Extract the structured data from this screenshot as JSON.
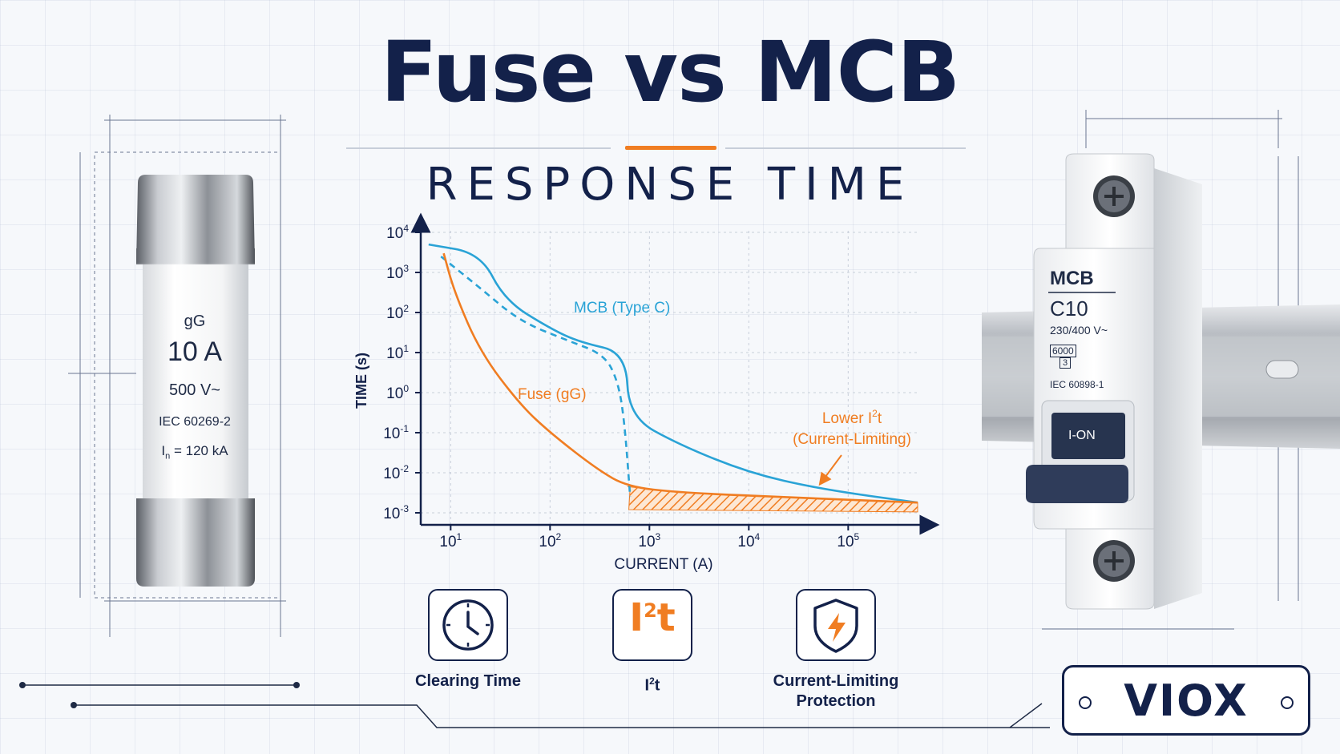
{
  "title": "Fuse vs MCB",
  "subtitle": "RESPONSE TIME",
  "fuse": {
    "type": "gG",
    "rating": "10 A",
    "voltage": "500 V~",
    "standard": "IEC 60269-2",
    "breaking_prefix": "I",
    "breaking_sub": "n",
    "breaking_value": " = 120 kA"
  },
  "mcb": {
    "title": "MCB",
    "rating": "C10",
    "voltage": "230/400 V~",
    "breaking": "6000",
    "class": "3",
    "standard": "IEC 60898-1",
    "switch": "I-ON"
  },
  "chart_data": {
    "type": "line",
    "xlabel": "CURRENT (A)",
    "ylabel": "TIME (s)",
    "x_scale": "log",
    "y_scale": "log",
    "xlim": [
      5,
      500000
    ],
    "ylim": [
      0.001,
      10000
    ],
    "x_ticks": [
      {
        "value": 10,
        "base": "10",
        "exp": "1"
      },
      {
        "value": 100,
        "base": "10",
        "exp": "2"
      },
      {
        "value": 1000,
        "base": "10",
        "exp": "3"
      },
      {
        "value": 10000,
        "base": "10",
        "exp": "4"
      },
      {
        "value": 100000,
        "base": "10",
        "exp": "5"
      }
    ],
    "y_ticks": [
      {
        "value": 10000,
        "base": "10",
        "exp": "4"
      },
      {
        "value": 1000,
        "base": "10",
        "exp": "3"
      },
      {
        "value": 100,
        "base": "10",
        "exp": "2"
      },
      {
        "value": 10,
        "base": "10",
        "exp": "1"
      },
      {
        "value": 1,
        "base": "10",
        "exp": "0"
      },
      {
        "value": 0.1,
        "base": "10",
        "exp": "-1"
      },
      {
        "value": 0.01,
        "base": "10",
        "exp": "-2"
      },
      {
        "value": 0.001,
        "base": "10",
        "exp": "-3"
      }
    ],
    "grid": true,
    "series": [
      {
        "name": "MCB (Type C)",
        "color": "#2aa3d6",
        "points": [
          [
            6,
            5000
          ],
          [
            20,
            3000
          ],
          [
            35,
            200
          ],
          [
            100,
            40
          ],
          [
            200,
            18
          ],
          [
            580,
            10
          ],
          [
            620,
            0.25
          ],
          [
            2000,
            0.05
          ],
          [
            10000,
            0.01
          ],
          [
            50000,
            0.004
          ],
          [
            500000,
            0.0018
          ]
        ]
      },
      {
        "name": "MCB (Type C) dashed",
        "color": "#2aa3d6",
        "dashed": true,
        "points": [
          [
            8,
            2500
          ],
          [
            20,
            400
          ],
          [
            50,
            60
          ],
          [
            150,
            20
          ],
          [
            350,
            9
          ],
          [
            480,
            2
          ],
          [
            560,
            0.2
          ],
          [
            640,
            0.0025
          ]
        ]
      },
      {
        "name": "Fuse (gG)",
        "color": "#f07d22",
        "points": [
          [
            8.5,
            3000
          ],
          [
            11,
            300
          ],
          [
            20,
            10
          ],
          [
            50,
            0.5
          ],
          [
            100,
            0.1
          ],
          [
            300,
            0.012
          ],
          [
            600,
            0.0045
          ],
          [
            2000,
            0.0032
          ],
          [
            20000,
            0.0025
          ],
          [
            500000,
            0.0018
          ]
        ]
      }
    ],
    "annotations": {
      "mcb_label": "MCB (Type C)",
      "fuse_label": "Fuse (gG)",
      "lower_i2t_main": "Lower I",
      "lower_i2t_sup": "2",
      "lower_i2t_tail": "t",
      "current_limiting": "(Current-Limiting)"
    }
  },
  "features": [
    {
      "icon": "clock-icon",
      "label": "Clearing Time"
    },
    {
      "icon": "i2t-icon",
      "glyph_main": "I",
      "glyph_sup": "2",
      "glyph_tail": "t",
      "label_main": "I",
      "label_sup": "2",
      "label_tail": "t"
    },
    {
      "icon": "shield-bolt-icon",
      "label_line1": "Current-Limiting",
      "label_line2": "Protection"
    }
  ],
  "brand": "VIOX",
  "colors": {
    "navy": "#13214a",
    "orange": "#f07d22",
    "blue": "#2aa3d6"
  }
}
